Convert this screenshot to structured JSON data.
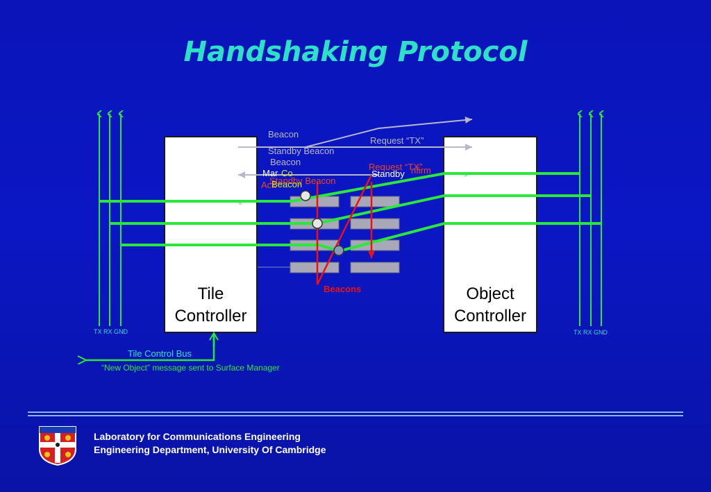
{
  "slide": {
    "title": "Handshaking Protocol"
  },
  "boxes": {
    "tile": "Tile\nController",
    "object": "Object\nController"
  },
  "bus": {
    "left": "TX RX GND",
    "right": "TX RX GND"
  },
  "signals": {
    "beacon1": "Beacon",
    "standby_beacon1": "Standby Beacon",
    "beacon2": "Beacon",
    "standby_beacon2": "Standby Beacon",
    "request_tx1": "Request “TX”",
    "request_tx2": "Request “TX”",
    "beacons": "Beacons",
    "overlap_a": "Mar",
    "overlap_b": "Co",
    "overlap_c": "nfirm",
    "overlap_d": "Standby",
    "overlap_e": "Ack",
    "overlap_f": "Beacon"
  },
  "bottom": {
    "tile_bus": "Tile Control Bus",
    "new_object": "“New Object” message sent to Surface Manager"
  },
  "footer": {
    "line1": "Laboratory for Communications Engineering",
    "line2": "Engineering Department, University Of Cambridge"
  },
  "colors": {
    "background": "#0a14b8",
    "title": "#2fe0c8",
    "wire": "#29e83a",
    "gray_signal": "#b8b8c8",
    "red_signal": "#ee1111",
    "cyan_text": "#2fe0c8"
  }
}
